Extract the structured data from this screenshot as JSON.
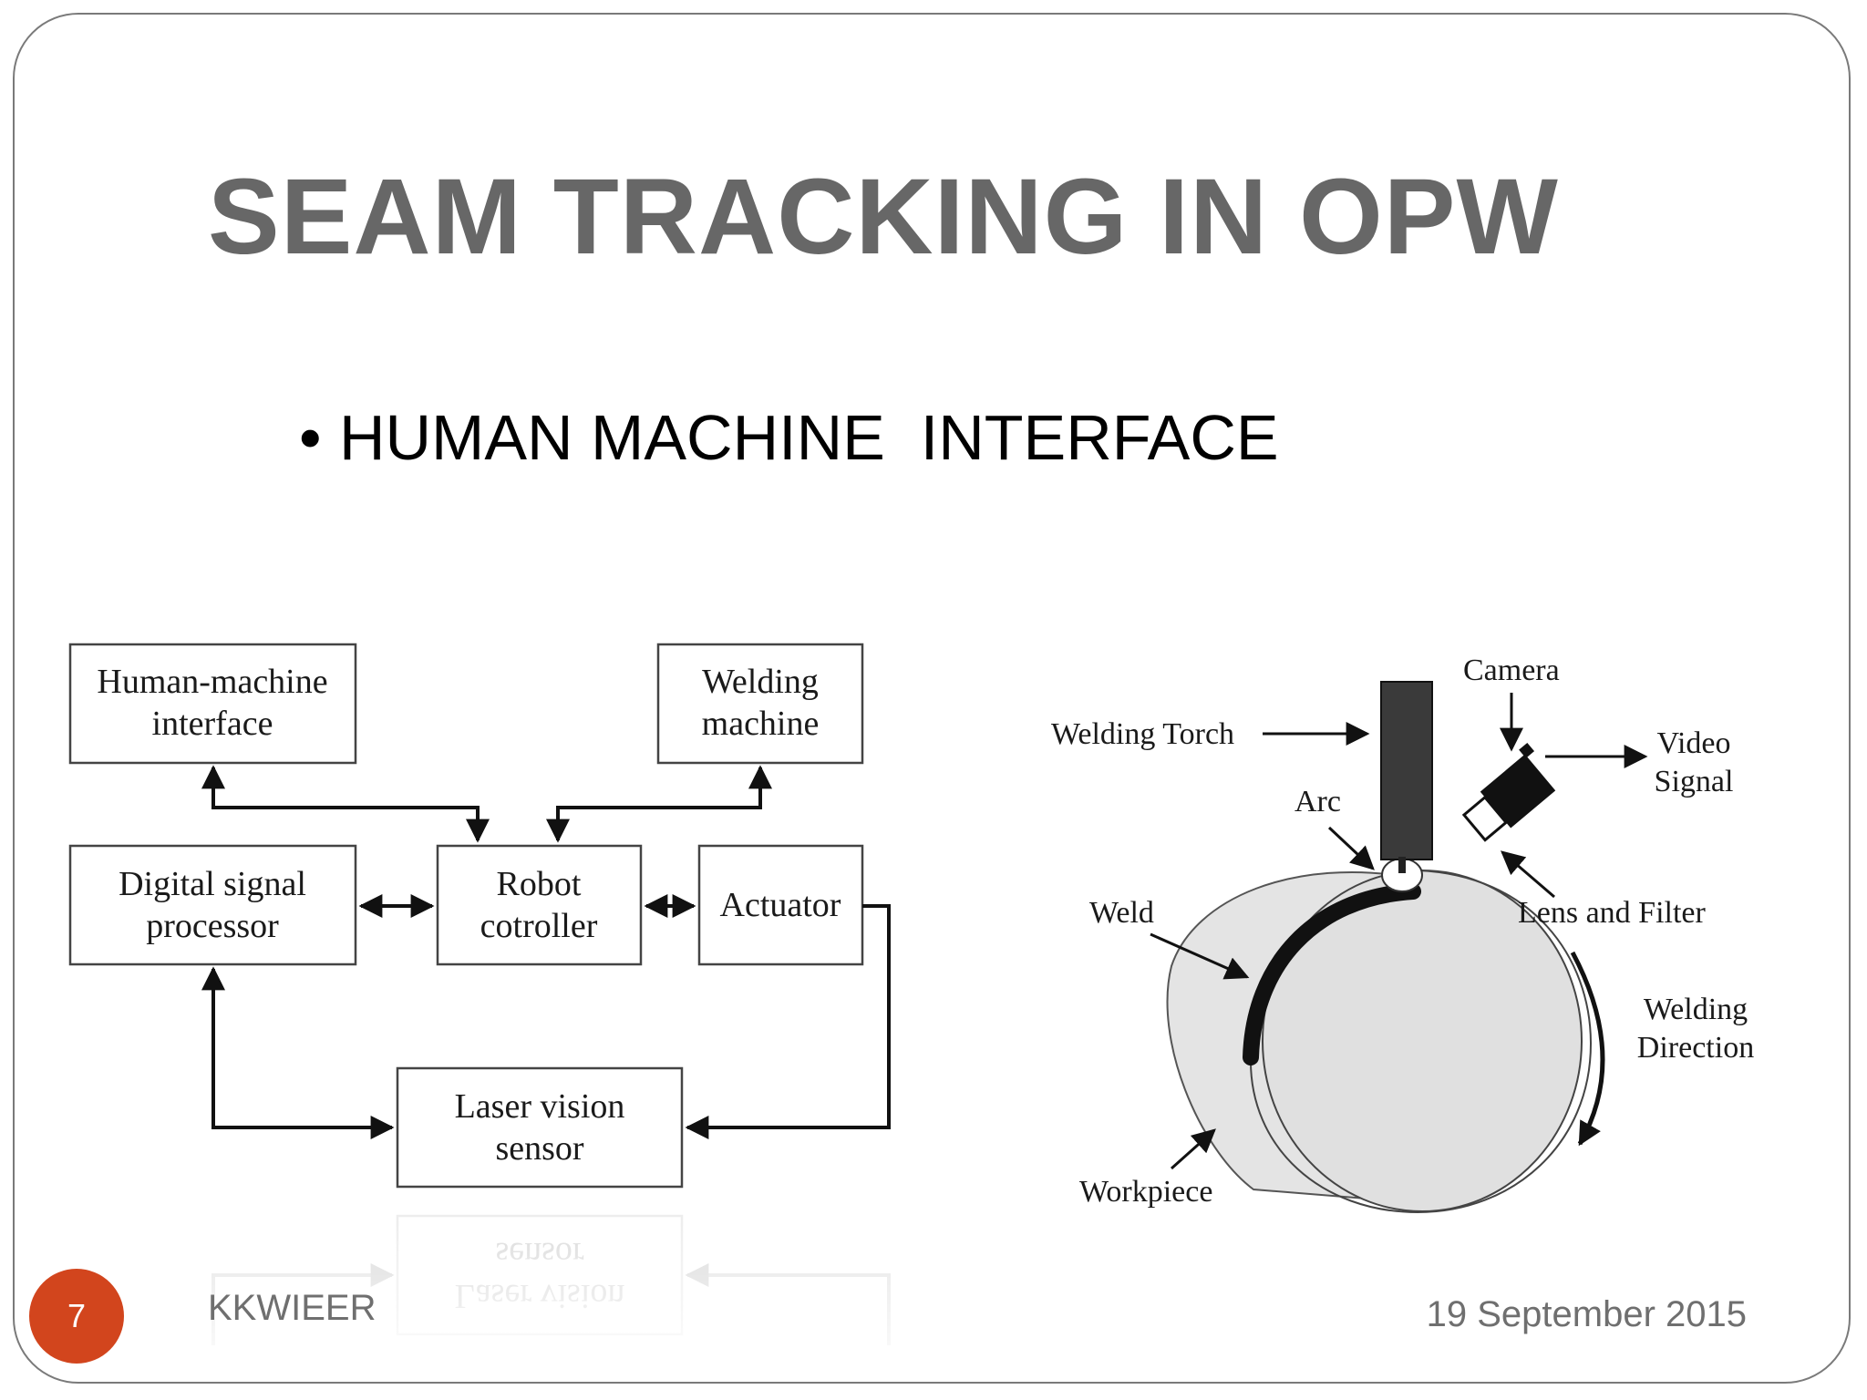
{
  "slide": {
    "title": "SEAM TRACKING IN OPW",
    "bullet": "• HUMAN MACHINE  INTERFACE",
    "page_number": "7",
    "footer_left": "KKWIEER",
    "footer_right": "19 September 2015"
  },
  "block_diagram": {
    "blocks": {
      "hmi": [
        "Human-machine",
        "interface"
      ],
      "welding": [
        "Welding",
        "machine"
      ],
      "dsp": [
        "Digital signal",
        "processor"
      ],
      "robot": [
        "Robot",
        "cotroller"
      ],
      "actuator": [
        "Actuator"
      ],
      "laser": [
        "Laser vision",
        "sensor"
      ]
    }
  },
  "figure": {
    "labels": {
      "camera": "Camera",
      "torch": "Welding Torch",
      "video": [
        "Video",
        "Signal"
      ],
      "arc": "Arc",
      "weld": "Weld",
      "lens": "Lens and Filter",
      "direction": [
        "Welding",
        "Direction"
      ],
      "workpiece": "Workpiece"
    }
  },
  "colors": {
    "title": "#676767",
    "badge": "#d2451d",
    "footer": "#6f6f6f"
  }
}
